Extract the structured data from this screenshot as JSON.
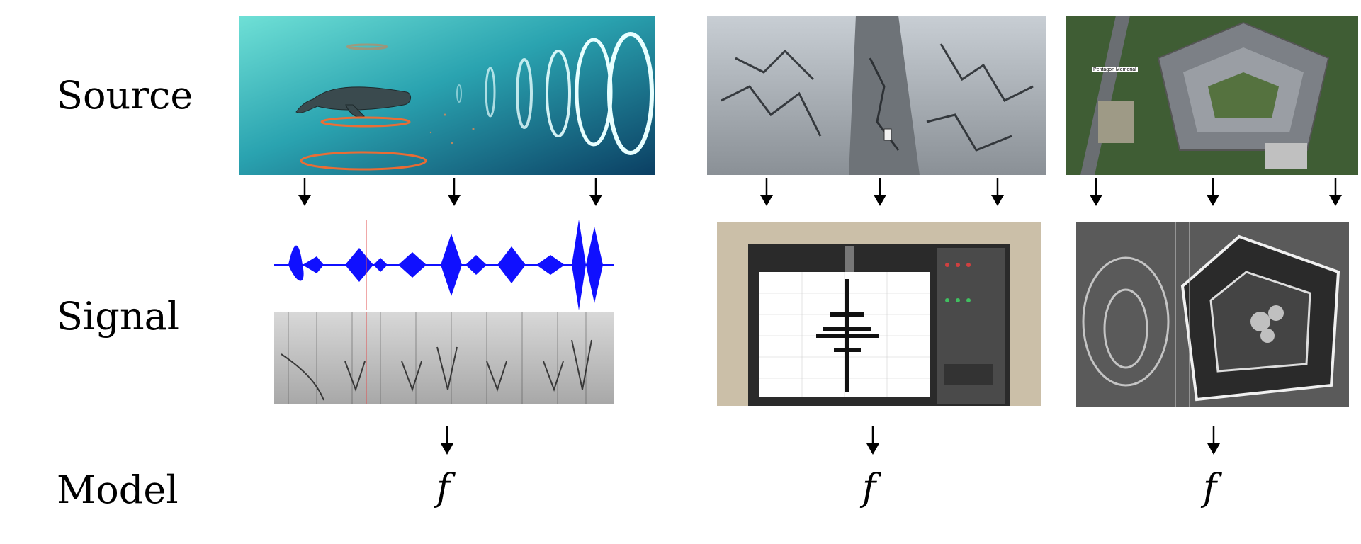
{
  "rows": {
    "source": "Source",
    "signal": "Signal",
    "model": "Model"
  },
  "columns": [
    {
      "id": "whale",
      "model_symbol": "f"
    },
    {
      "id": "earthquake",
      "model_symbol": "f"
    },
    {
      "id": "pentagon",
      "model_symbol": "f",
      "map_label": "Pentagon Memorial"
    }
  ],
  "colors": {
    "waveform": "#1010ff",
    "spectrogram_marker": "#e05050",
    "whale_rings": "#ff6a2a",
    "sound_rings": "#e8ffff"
  }
}
